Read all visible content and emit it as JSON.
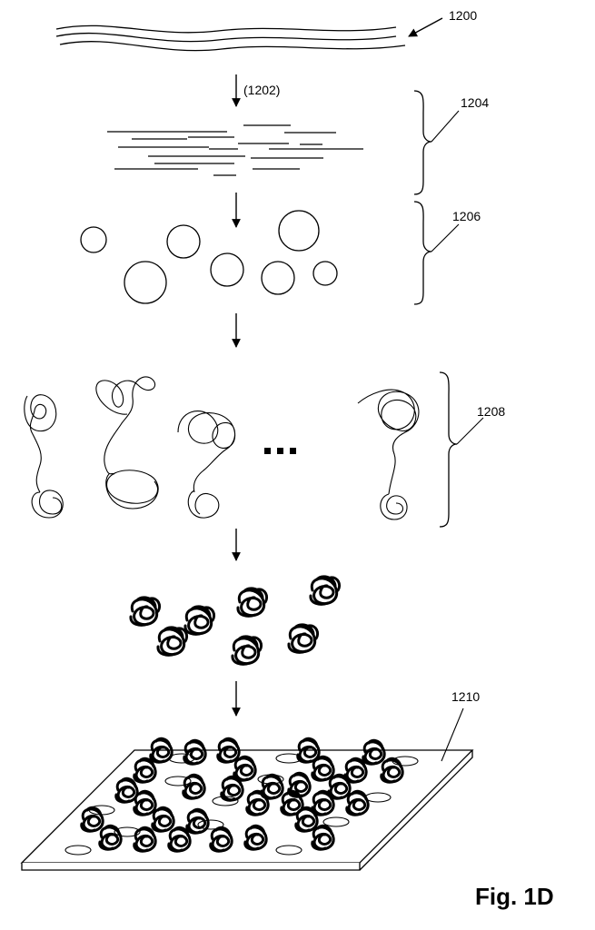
{
  "labels": {
    "ref_1200": "1200",
    "ref_1202": "(1202)",
    "ref_1204": "1204",
    "ref_1206": "1206",
    "ref_1208": "1208",
    "ref_1210": "1210",
    "ellipsis": "...",
    "figure_caption": "Fig. 1D"
  },
  "stages": [
    {
      "ref": "1200",
      "depicts": "genomic DNA strands"
    },
    {
      "ref": "1204",
      "depicts": "DNA fragments"
    },
    {
      "ref": "1206",
      "depicts": "circularized fragments"
    },
    {
      "ref": "1208",
      "depicts": "rolling-circle products"
    },
    {
      "ref": "1210",
      "depicts": "DNA nanoballs arrayed on a substrate"
    }
  ]
}
